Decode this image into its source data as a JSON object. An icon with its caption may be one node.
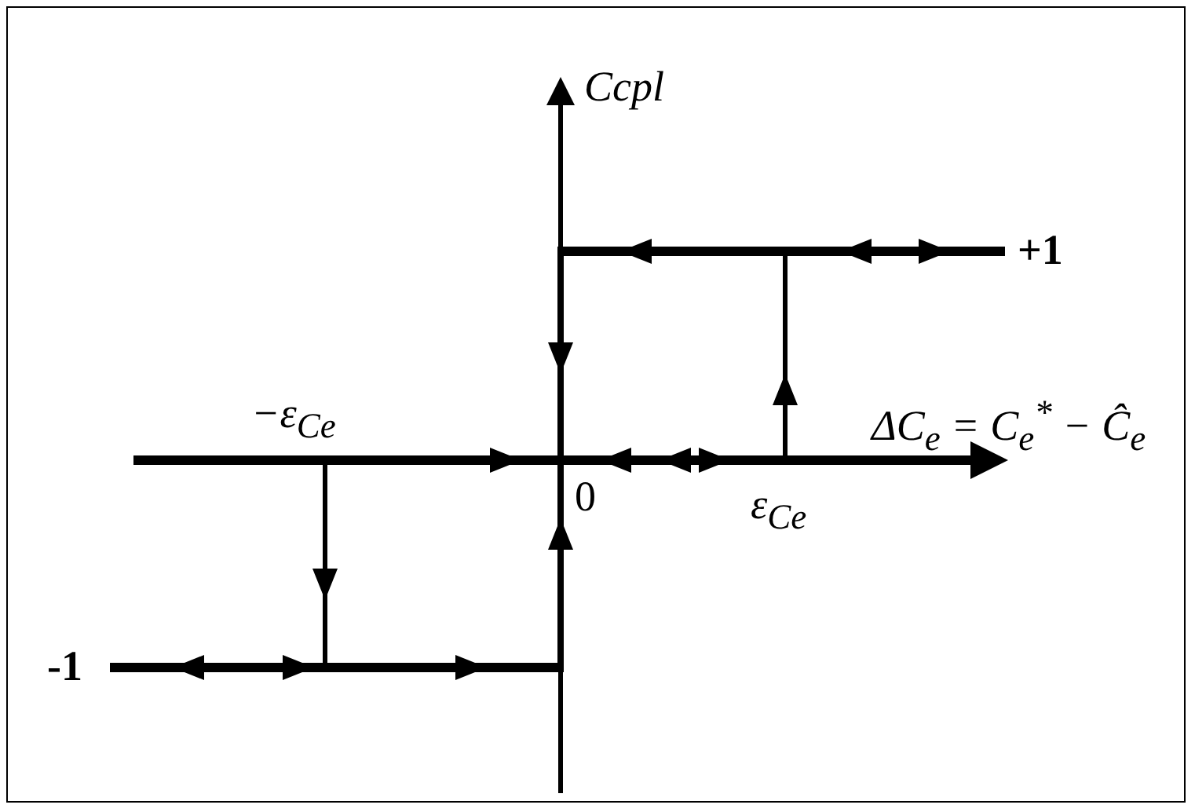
{
  "diagram": {
    "labels": [
      "Ccpl",
      "+1",
      "ΔC$_{e}$ = C$_{e}$$^{*}$ − Ĉ$_{e}$",
      "−ε$_{Ce}$",
      "0",
      "ε$_{Ce}$",
      "-1"
    ]
  }
}
